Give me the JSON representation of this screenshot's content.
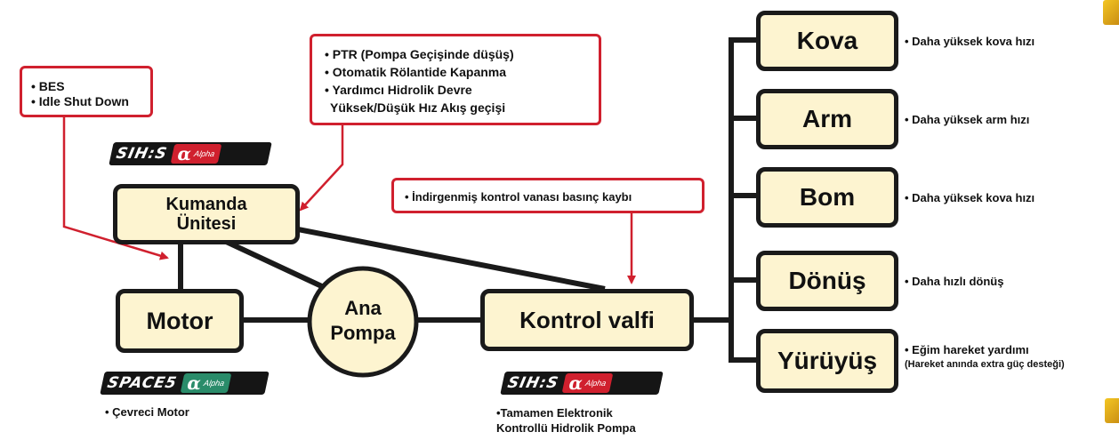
{
  "colors": {
    "box_fill": "#fdf4d0",
    "box_border": "#1a1a1a",
    "callout_border": "#d0202e",
    "arrow": "#d0202e",
    "logo_red": "#d0202e",
    "logo_green": "#2a8c6a"
  },
  "nodes": {
    "kumanda": {
      "line1": "Kumanda",
      "line2": "Ünitesi"
    },
    "motor": "Motor",
    "ana_pompa": {
      "line1": "Ana",
      "line2": "Pompa"
    },
    "kontrol_valfi": "Kontrol valfi",
    "kova": "Kova",
    "arm": "Arm",
    "bom": "Bom",
    "donus": "Dönüş",
    "yuruyus": "Yürüyüş"
  },
  "callouts": {
    "bes": {
      "items": [
        "• BES",
        "• Idle Shut Down"
      ]
    },
    "ptr": {
      "items": [
        "• PTR (Pompa Geçişinde düşüş)",
        "• Otomatik Rölantide Kapanma",
        "• Yardımcı Hidrolik Devre",
        "Yüksek/Düşük Hız Akış geçişi"
      ]
    },
    "valve_loss": {
      "items": [
        "• İndirgenmiş kontrol vanası basınç kaybı"
      ]
    }
  },
  "notes": {
    "kova": "• Daha yüksek kova hızı",
    "arm": "• Daha yüksek arm hızı",
    "bom": "• Daha yüksek kova hızı",
    "donus": "• Daha hızlı dönüş",
    "yuruyus_1": "• Eğim hareket yardımı",
    "yuruyus_2": "(Hareket anında extra güç desteği)",
    "motor": "• Çevreci Motor",
    "pompa_1": "•Tamamen Elektronik",
    "pompa_2": "Kontrollü Hidrolik Pompa"
  },
  "logos": {
    "sihs_top": {
      "name": "SIH:S",
      "symbol": "α",
      "suffix": "Alpha",
      "icon": "sihs-alpha-logo"
    },
    "space5": {
      "name": "SPACE5",
      "symbol": "α",
      "suffix": "Alpha",
      "icon": "space5-alpha-logo"
    },
    "sihs_bottom": {
      "name": "SIH:S",
      "symbol": "α",
      "suffix": "Alpha",
      "icon": "sihs-alpha-logo"
    }
  }
}
